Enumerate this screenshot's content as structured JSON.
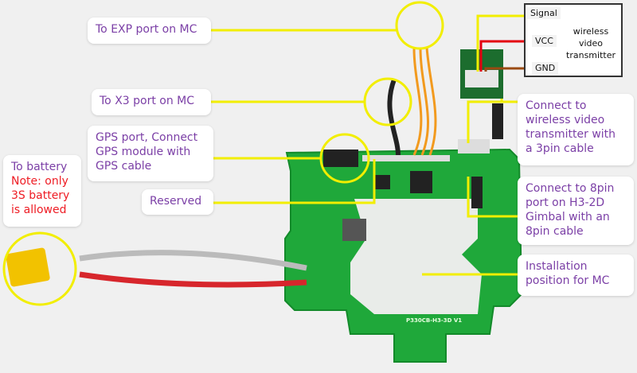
{
  "callouts": {
    "exp_port": "To EXP port on MC",
    "x3_port": "To X3 port on MC",
    "gps_port": "GPS port, Connect GPS module with GPS cable",
    "reserved": "Reserved",
    "battery_title": "To battery",
    "battery_note": "Note: only 3S battery is allowed",
    "video_tx": "Connect to wireless video transmitter  with a 3pin cable",
    "gimbal": "Connect to 8pin port on H3-2D Gimbal with an 8pin cable",
    "install": "Installation position for MC"
  },
  "transmitter": {
    "signal": "Signal",
    "vcc": "VCC",
    "gnd": "GND",
    "label": "wireless video transmitter"
  },
  "board_silkscreen": "P330CB-H3-3D V1",
  "colors": {
    "callout_text": "#7b3fa6",
    "warning_text": "#ee1c24",
    "leader_line": "#f2ee00",
    "pcb": "#1fa83a"
  }
}
